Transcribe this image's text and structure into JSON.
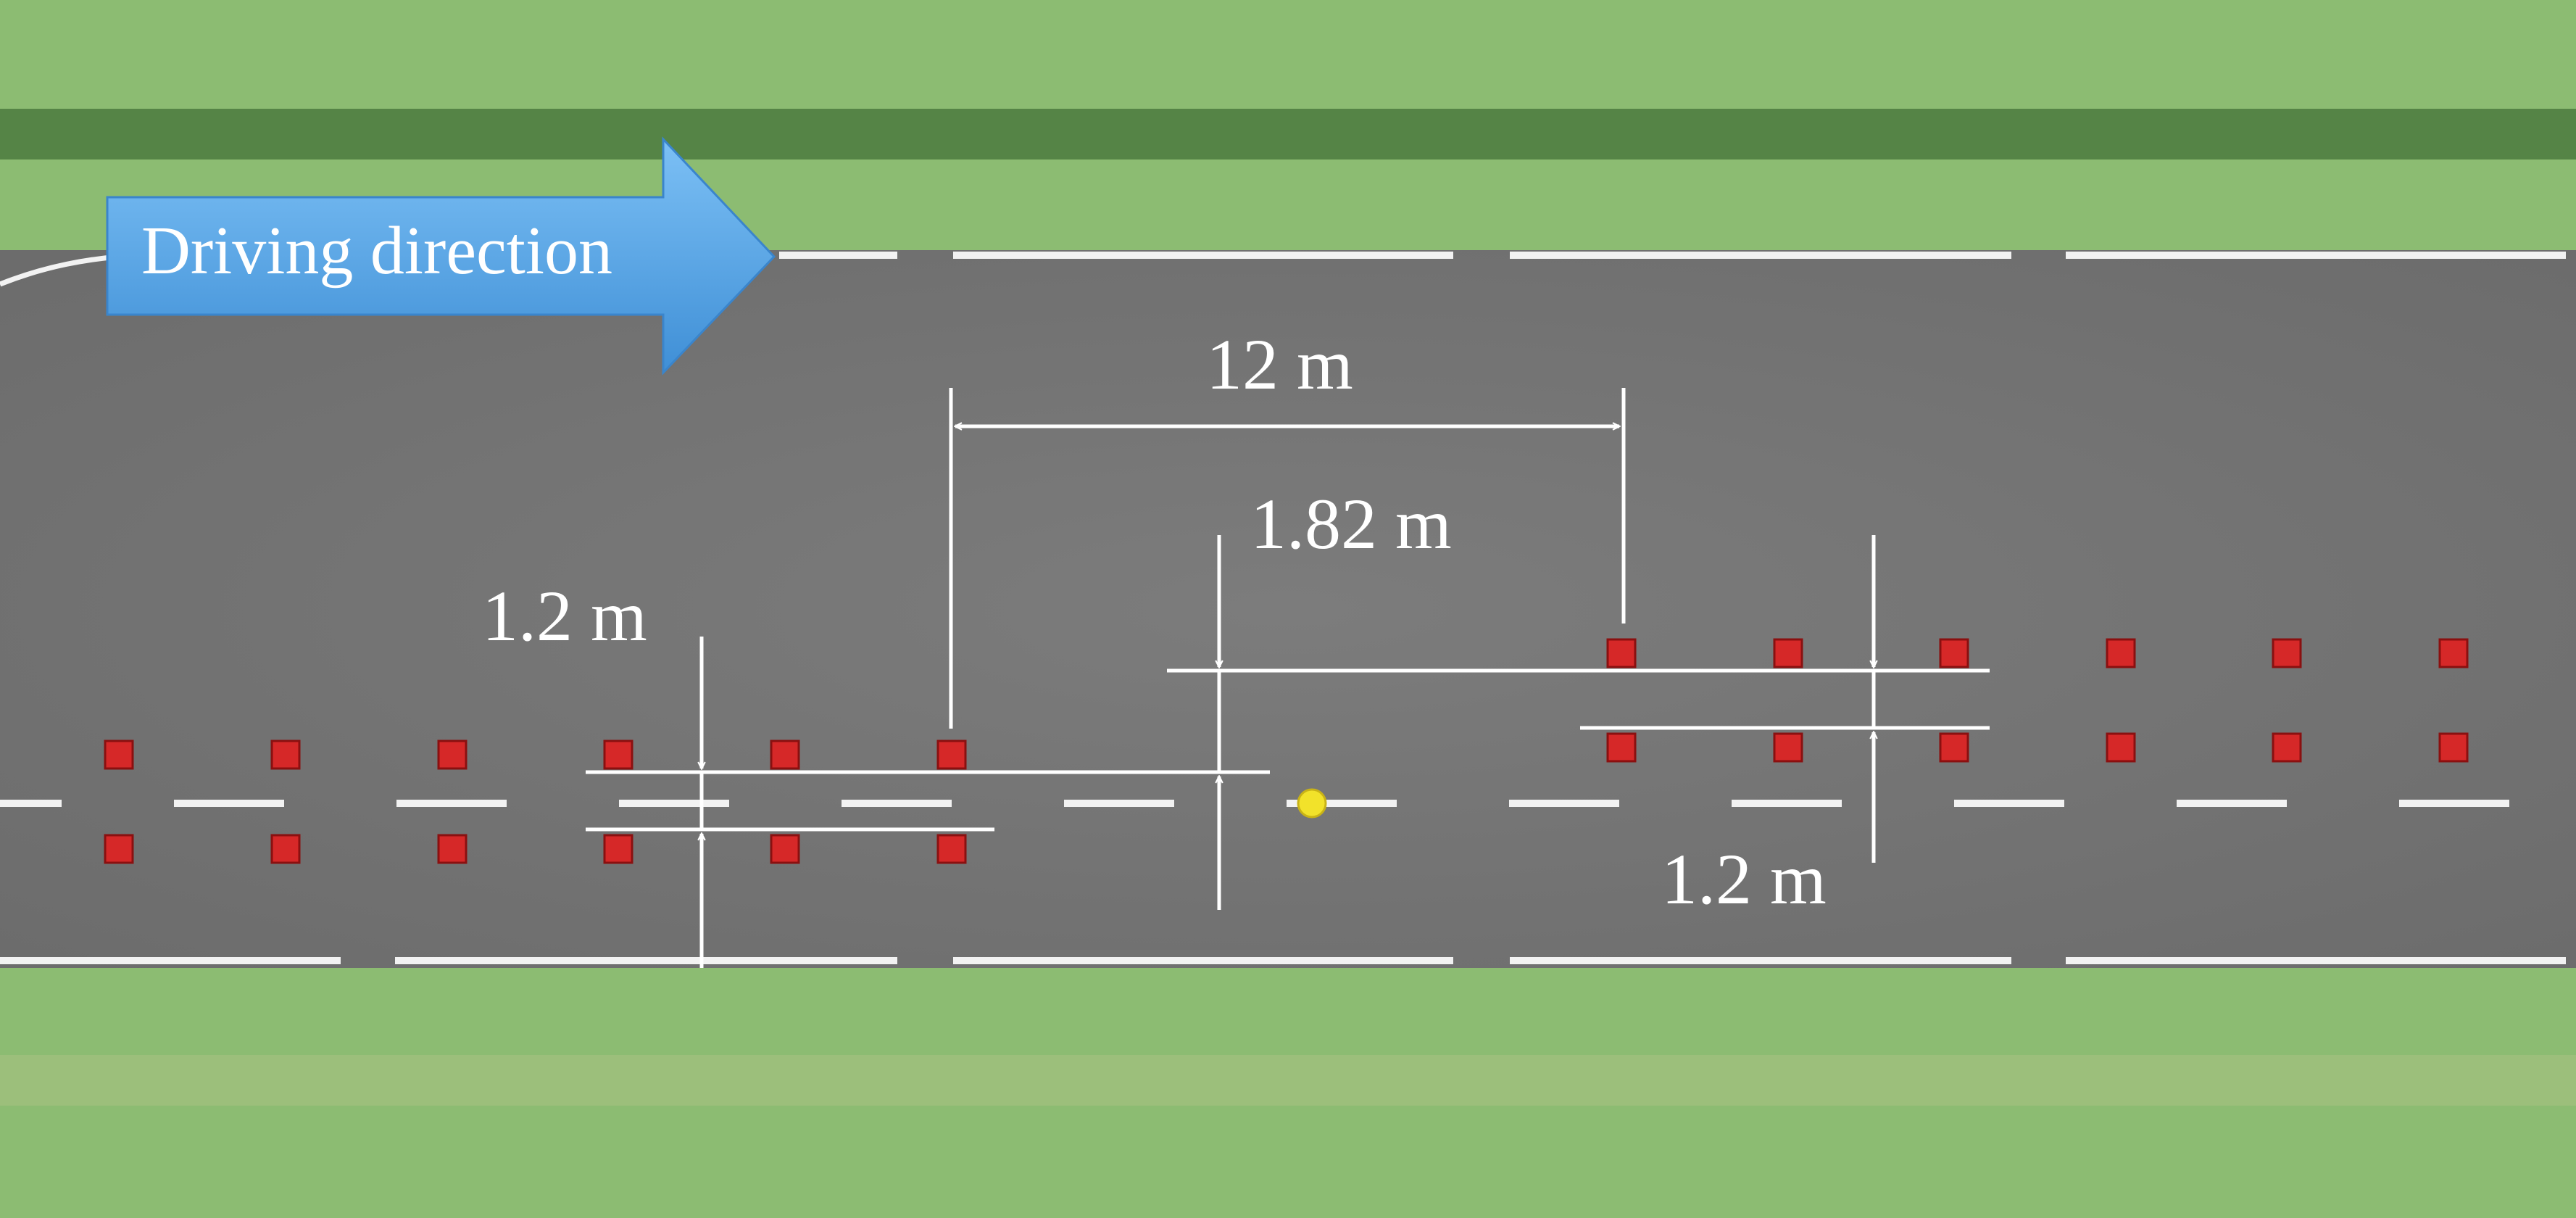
{
  "direction_label": "Driving direction",
  "dimensions": {
    "longitudinal_gap": "12 m",
    "left_lateral_width": "1.2 m",
    "lateral_offset": "1.82 m",
    "right_lateral_width": "1.2 m"
  },
  "colors": {
    "grass": "#86b56b",
    "grass_dark_stripe": "#4f7d41",
    "road": "#767676",
    "lane_marking": "#f2f2f2",
    "cone": "#d62828",
    "ego_vehicle": "#f2e22a",
    "direction_arrow": "#5aa5e6",
    "dimension_lines": "#ffffff"
  },
  "icons": {
    "cone": "square-marker",
    "ego": "circle-marker",
    "direction": "block-arrow-right"
  }
}
